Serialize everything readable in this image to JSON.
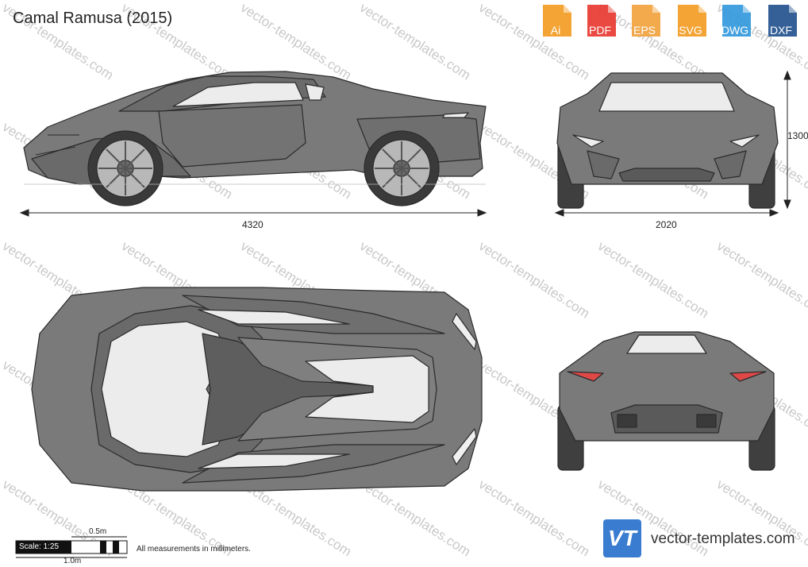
{
  "title": "Camal Ramusa (2015)",
  "formats": [
    {
      "label": "Ai",
      "color": "#f39a1e"
    },
    {
      "label": "PDF",
      "color": "#e8352c"
    },
    {
      "label": "EPS",
      "color": "#f1a13a"
    },
    {
      "label": "SVG",
      "color": "#f39a1e"
    },
    {
      "label": "DWG",
      "color": "#2f97dc"
    },
    {
      "label": "DXF",
      "color": "#1e4f8c"
    }
  ],
  "dimensions": {
    "length": "4320",
    "width": "2020",
    "height": "1300"
  },
  "scale": {
    "label": "Scale: 1:25",
    "half_m": "0.5m",
    "one_m": "1.0m"
  },
  "footer_note": "All measurements in millimeters.",
  "watermark": "vector-templates.com",
  "brand": {
    "name": "vector-templates.com",
    "logo_text": "VT",
    "logo_color": "#3a7ccf"
  },
  "colors": {
    "body": "#7a7a7a",
    "glass": "#ececec",
    "outline": "#2b2b2b"
  }
}
